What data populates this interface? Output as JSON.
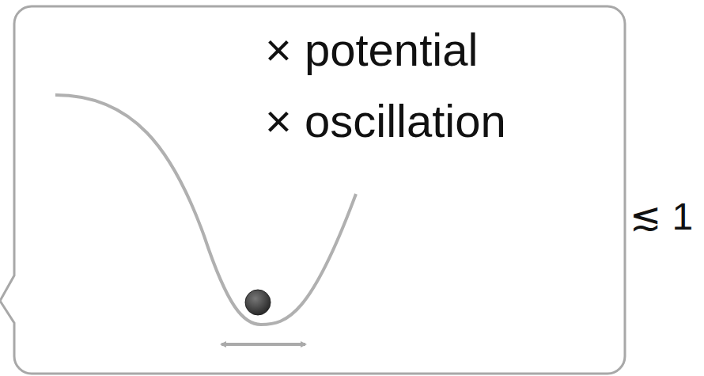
{
  "diagram": {
    "nodes": [
      {
        "text": [
          "× potential",
          "× oscillation"
        ]
      }
    ],
    "labels": [
      "≲ 1"
    ]
  }
}
